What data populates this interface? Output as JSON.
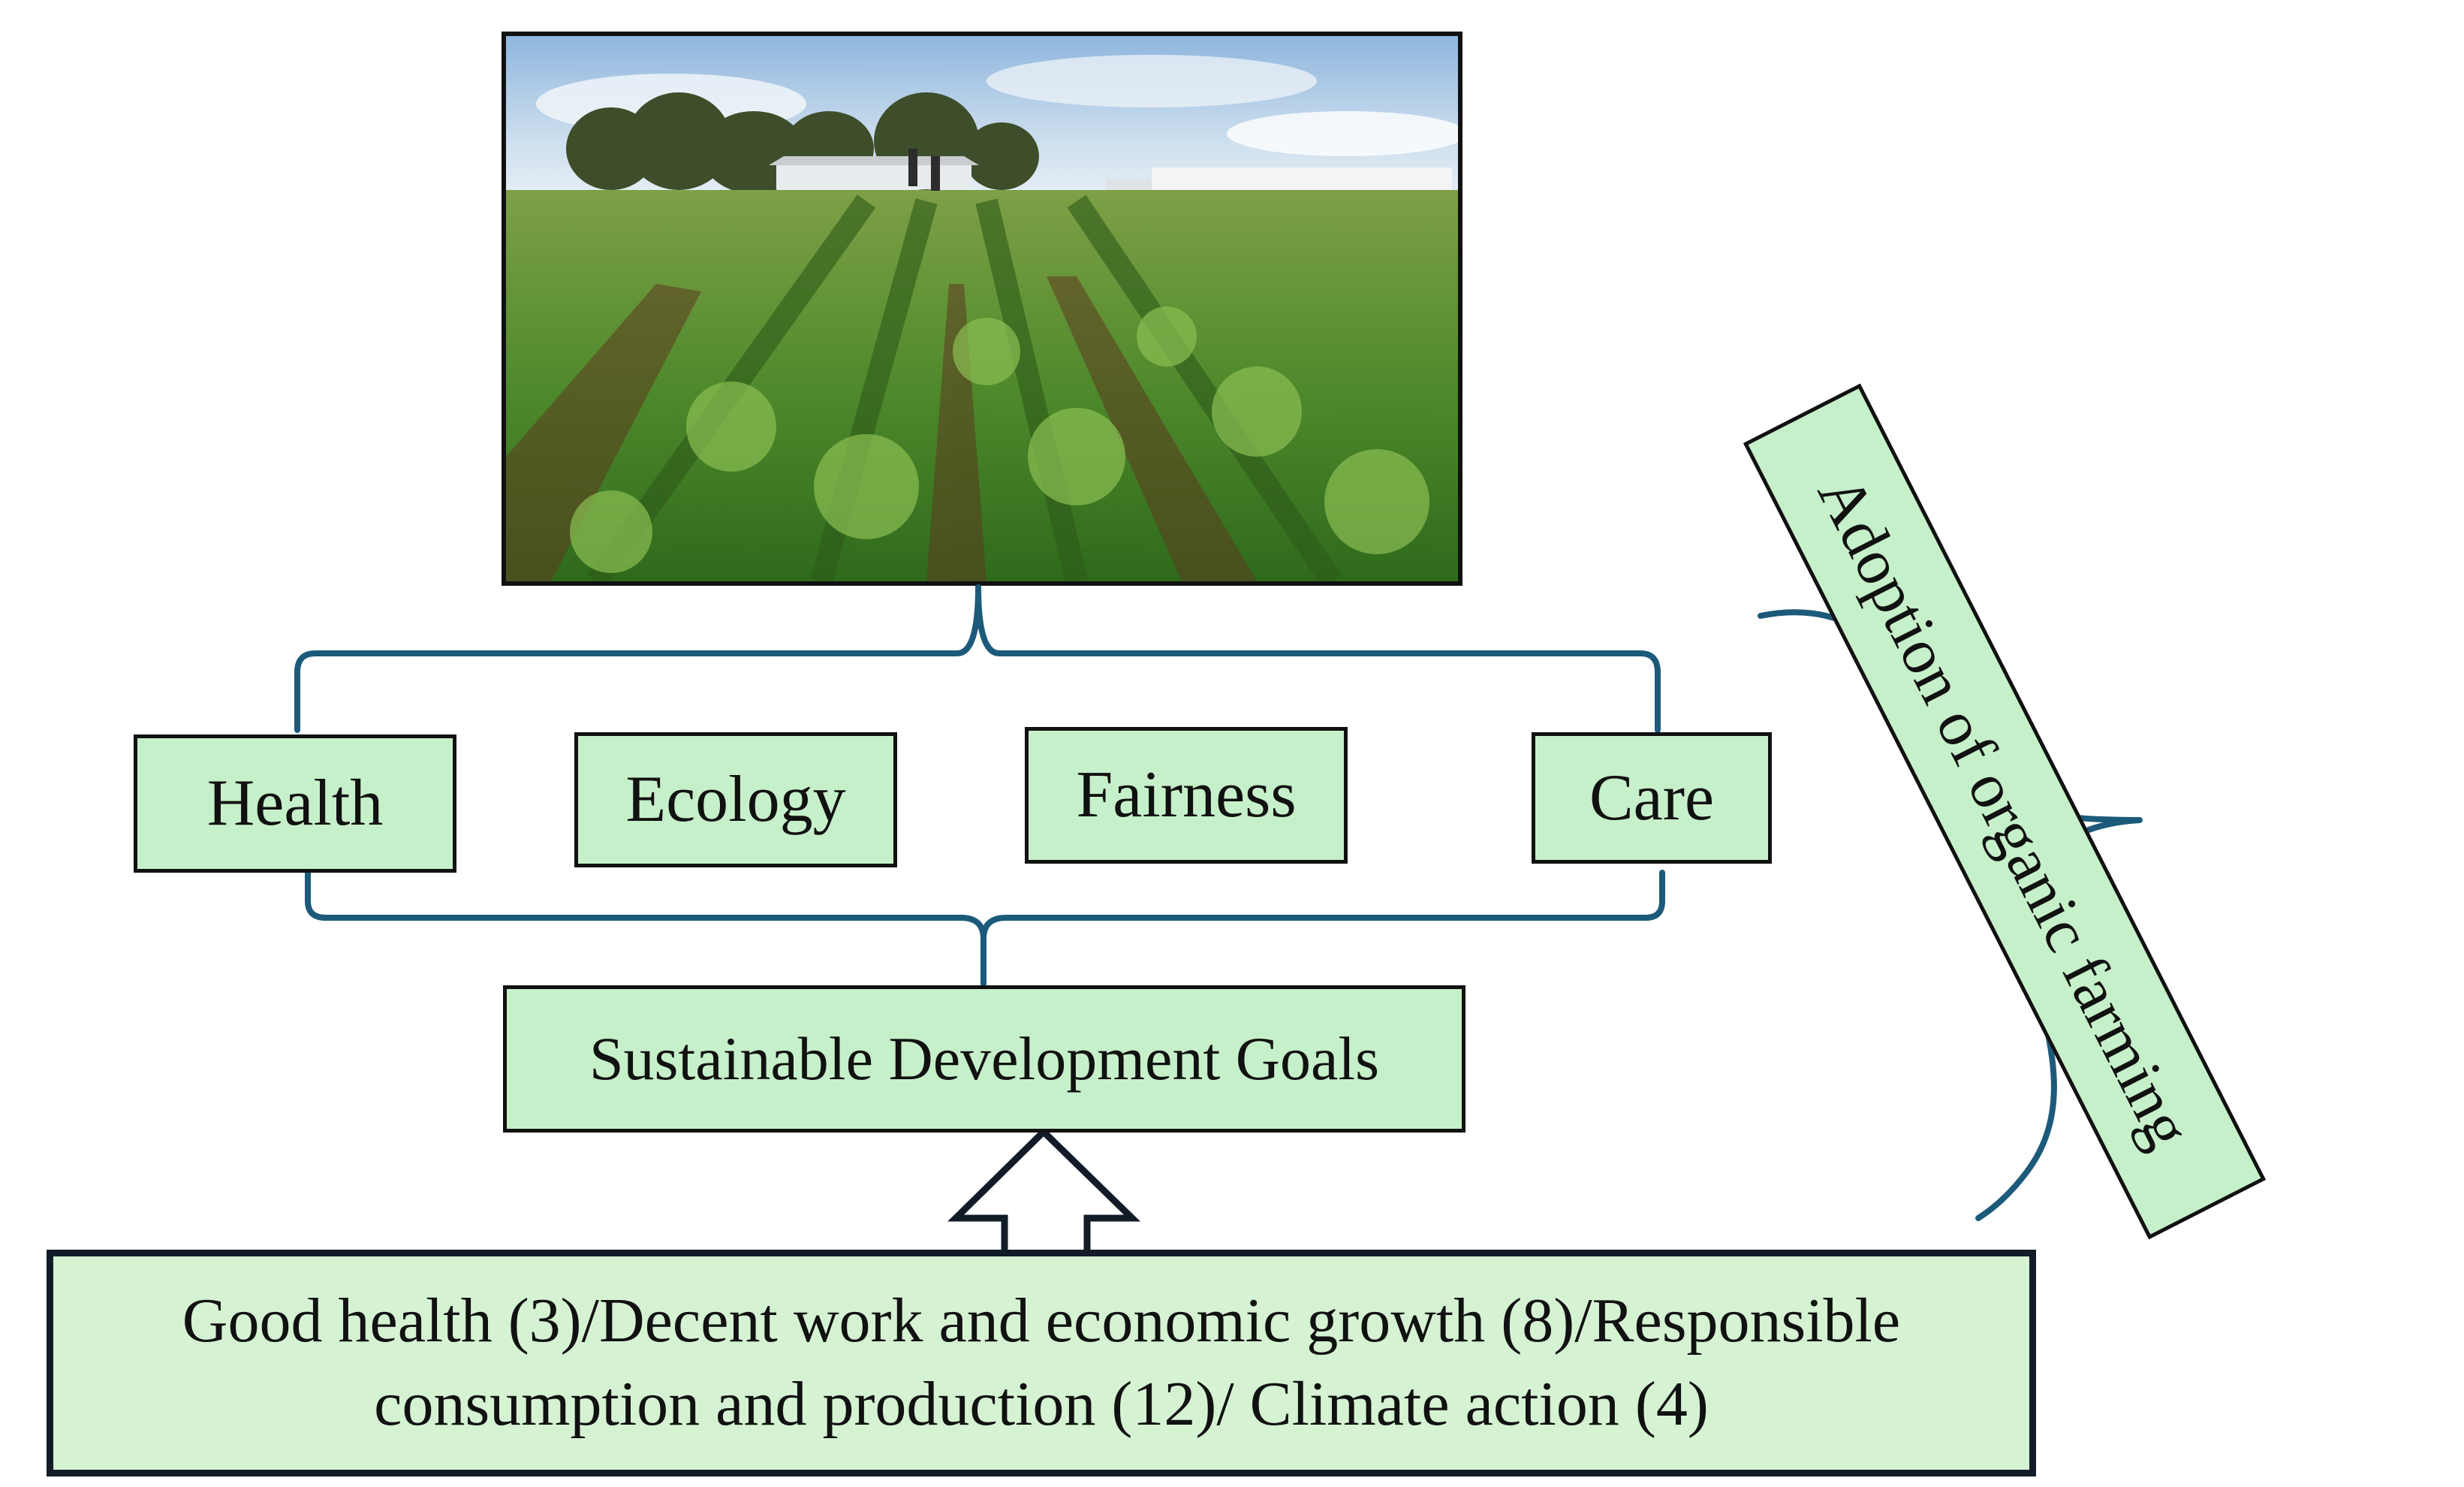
{
  "principles": [
    "Health",
    "Ecology",
    "Fairness",
    "Care"
  ],
  "sdg_title": "Sustainable Development Goals",
  "sdg_list": {
    "line1": "Good health (3)/Decent work and economic growth (8)/Responsible",
    "line2": "consumption and production (12)/ Climate action (4)"
  },
  "side_label": "Adoption of organic farming",
  "colors": {
    "box_fill": "#c6f0c9",
    "bottom_box_fill": "#d5f3d2",
    "connector": "#1c5a7a",
    "border": "#111111"
  },
  "photo": {
    "subject": "organic-vegetable-field-photo"
  }
}
